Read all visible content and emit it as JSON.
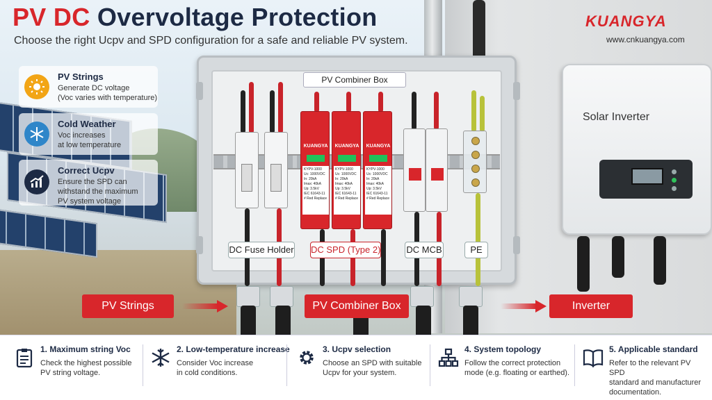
{
  "header": {
    "title_red": "PV DC",
    "title_rest": "Overvoltage Protection",
    "subtitle": "Choose the right Ucpv and SPD configuration for a safe and reliable PV system.",
    "brand": "KUANGYA",
    "brand_url": "www.cnkuangya.com"
  },
  "cards": [
    {
      "icon": "sun-icon",
      "title": "PV Strings",
      "text": "Generate DC voltage\n(Voc varies with temperature)"
    },
    {
      "icon": "snowflake-icon",
      "title": "Cold Weather",
      "text": "Voc increases\nat low temperature"
    },
    {
      "icon": "rising-chart-icon",
      "title": "Correct Ucpv",
      "text": "Ensure the SPD can\nwithstand the maximum\nPV system voltage"
    }
  ],
  "box": {
    "tag": "PV Combiner Box",
    "spd_brand": "KUANGYA",
    "spd_spec": "KYPV-1000\nUc: 1000VDC\nIn: 20kA\nImax: 40kA\nUp: 3.5kV\nIEC 61643-11\n# Red Replace",
    "labels": {
      "fuse": "DC Fuse Holder",
      "spd": "DC SPD (Type 2)",
      "mcb": "DC MCB",
      "pe": "PE"
    }
  },
  "inverter": {
    "title": "Solar Inverter"
  },
  "flow": {
    "pv_strings": "PV Strings",
    "combiner": "PV Combiner Box",
    "inverter": "Inverter"
  },
  "steps": [
    {
      "icon": "clipboard-icon",
      "title": "1. Maximum string Voc",
      "text": "Check the highest possible\nPV string voltage."
    },
    {
      "icon": "snowflake-icon",
      "title": "2. Low-temperature increase",
      "text": "Consider Voc increase\nin cold conditions."
    },
    {
      "icon": "gear-icon",
      "title": "3. Ucpv selection",
      "text": "Choose an SPD with suitable\nUcpv for your system."
    },
    {
      "icon": "topology-icon",
      "title": "4. System topology",
      "text": "Follow the correct protection\nmode (e.g. floating or earthed)."
    },
    {
      "icon": "book-icon",
      "title": "5. Applicable standard",
      "text": "Refer to the relevant PV SPD\nstandard and manufacturer\ndocumentation."
    }
  ],
  "colors": {
    "accent_red": "#d8262b",
    "navy": "#1d2a44",
    "spd_window": "#1fc25a"
  }
}
